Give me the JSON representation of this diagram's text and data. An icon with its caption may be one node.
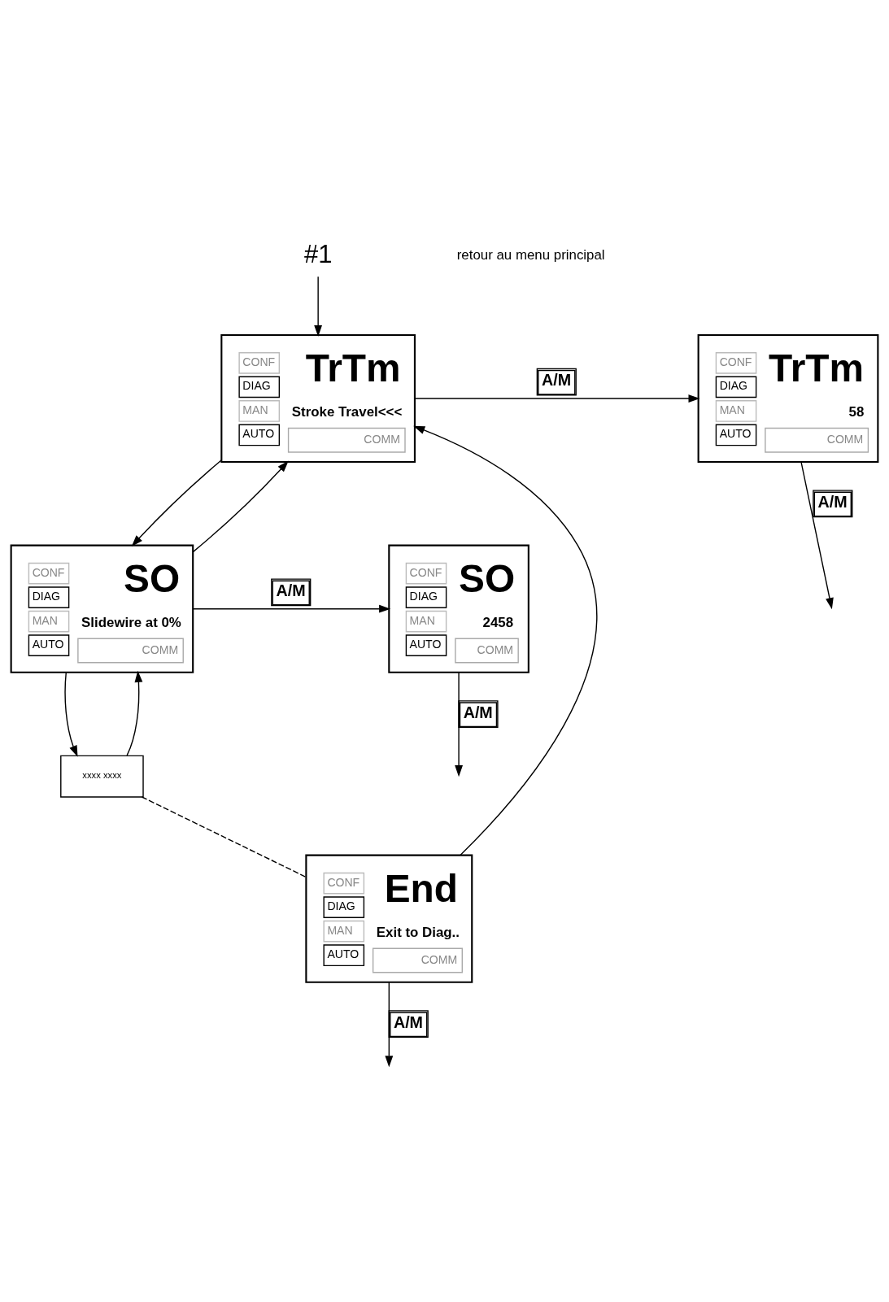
{
  "diagram": {
    "nodes": [
      {
        "text": [
          "#1"
        ]
      },
      {
        "text": [
          "CONF",
          "DIAG",
          "MAN",
          "AUTO",
          "TrTm",
          "Stroke Travel<<<",
          "COMM"
        ]
      },
      {
        "text": [
          "CONF",
          "DIAG",
          "MAN",
          "AUTO",
          "TrTm",
          "58",
          "COMM"
        ]
      },
      {
        "text": [
          "CONF",
          "DIAG",
          "MAN",
          "AUTO",
          "SO",
          "Slidewire at 0%",
          "COMM"
        ]
      },
      {
        "text": [
          "CONF",
          "DIAG",
          "MAN",
          "AUTO",
          "SO",
          "2458",
          "COMM"
        ]
      },
      {
        "text": [
          "xxxx xxxx"
        ]
      },
      {
        "text": [
          "CONF",
          "DIAG",
          "MAN",
          "AUTO",
          "End",
          "Exit to Diag..",
          "COMM"
        ]
      }
    ],
    "edges": [
      {
        "from": 0,
        "to": 1,
        "arrow": "to"
      },
      {
        "from": 1,
        "to": 2,
        "arrow": "to",
        "label": "A/M"
      },
      {
        "from": 2,
        "to": null,
        "arrow": "to",
        "label": "A/M"
      },
      {
        "from": 1,
        "to": 3,
        "arrow": "to"
      },
      {
        "from": 3,
        "to": 1,
        "arrow": "to"
      },
      {
        "from": 3,
        "to": 4,
        "arrow": "to",
        "label": "A/M"
      },
      {
        "from": 4,
        "to": null,
        "arrow": "to",
        "label": "A/M"
      },
      {
        "from": 3,
        "to": 5,
        "arrow": "to"
      },
      {
        "from": 5,
        "to": 3,
        "arrow": "to"
      },
      {
        "from": 5,
        "to": 6,
        "arrow": "none",
        "style": "dashed"
      },
      {
        "from": 6,
        "to": 1,
        "arrow": "to"
      },
      {
        "from": 6,
        "to": null,
        "arrow": "to",
        "label": "A/M"
      }
    ],
    "labels": [
      "retour au menu principal"
    ]
  }
}
